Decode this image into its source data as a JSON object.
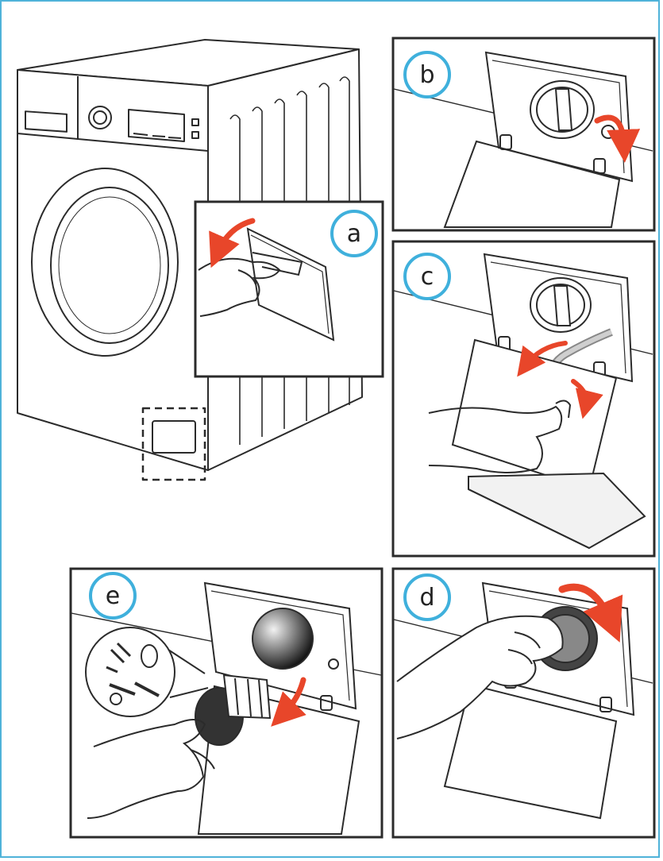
{
  "colors": {
    "frame_border": "#4fb3d9",
    "label_ring": "#3fb0dc",
    "arrow": "#e8462a",
    "line": "#2b2b2b"
  },
  "steps": [
    {
      "id": "a",
      "label": "a"
    },
    {
      "id": "b",
      "label": "b"
    },
    {
      "id": "c",
      "label": "c"
    },
    {
      "id": "d",
      "label": "d"
    },
    {
      "id": "e",
      "label": "e"
    }
  ]
}
